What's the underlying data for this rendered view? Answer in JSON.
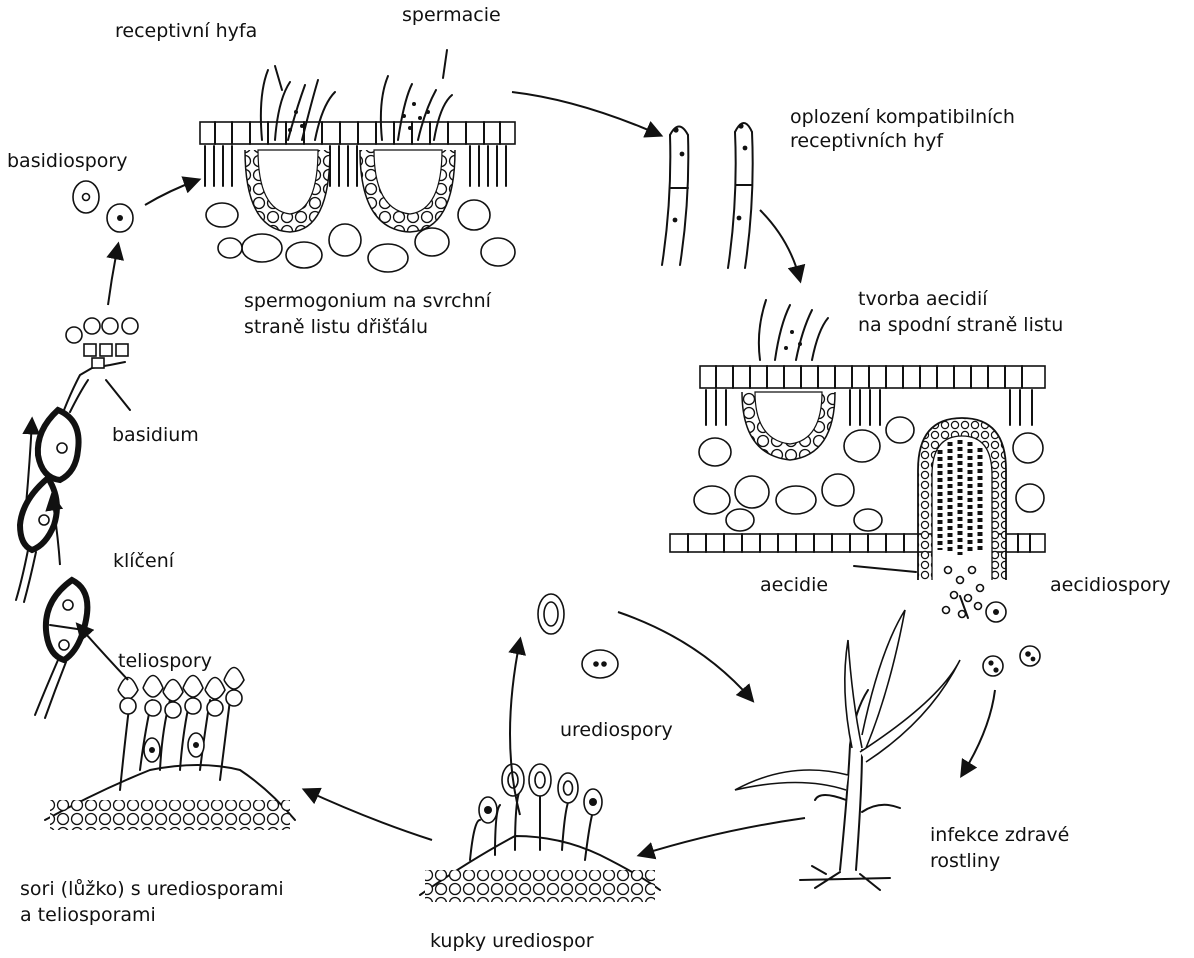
{
  "labels": {
    "receptive_hypha": "receptivní hyfa",
    "spermatia": "spermacie",
    "fertilization": [
      "oplození kompatibilních",
      "receptivních hyf"
    ],
    "basidiospores": "basidiospory",
    "spermogonium": [
      "spermogonium na svrchní",
      "straně listu dřišťálu"
    ],
    "aecia_formation": [
      "tvorba aecidií",
      "na spodní straně listu"
    ],
    "basidium": "basidium",
    "germination": "klíčení",
    "teliospores": "teliospory",
    "aecium": "aecidie",
    "aeciospores": "aecidiospory",
    "urediniospores": "urediospory",
    "infection": [
      "infekce zdravé",
      "rostliny"
    ],
    "sori": [
      "sori (lůžko) s urediosporami",
      "a teliosporami"
    ],
    "uredinia": "kupky urediospor"
  }
}
